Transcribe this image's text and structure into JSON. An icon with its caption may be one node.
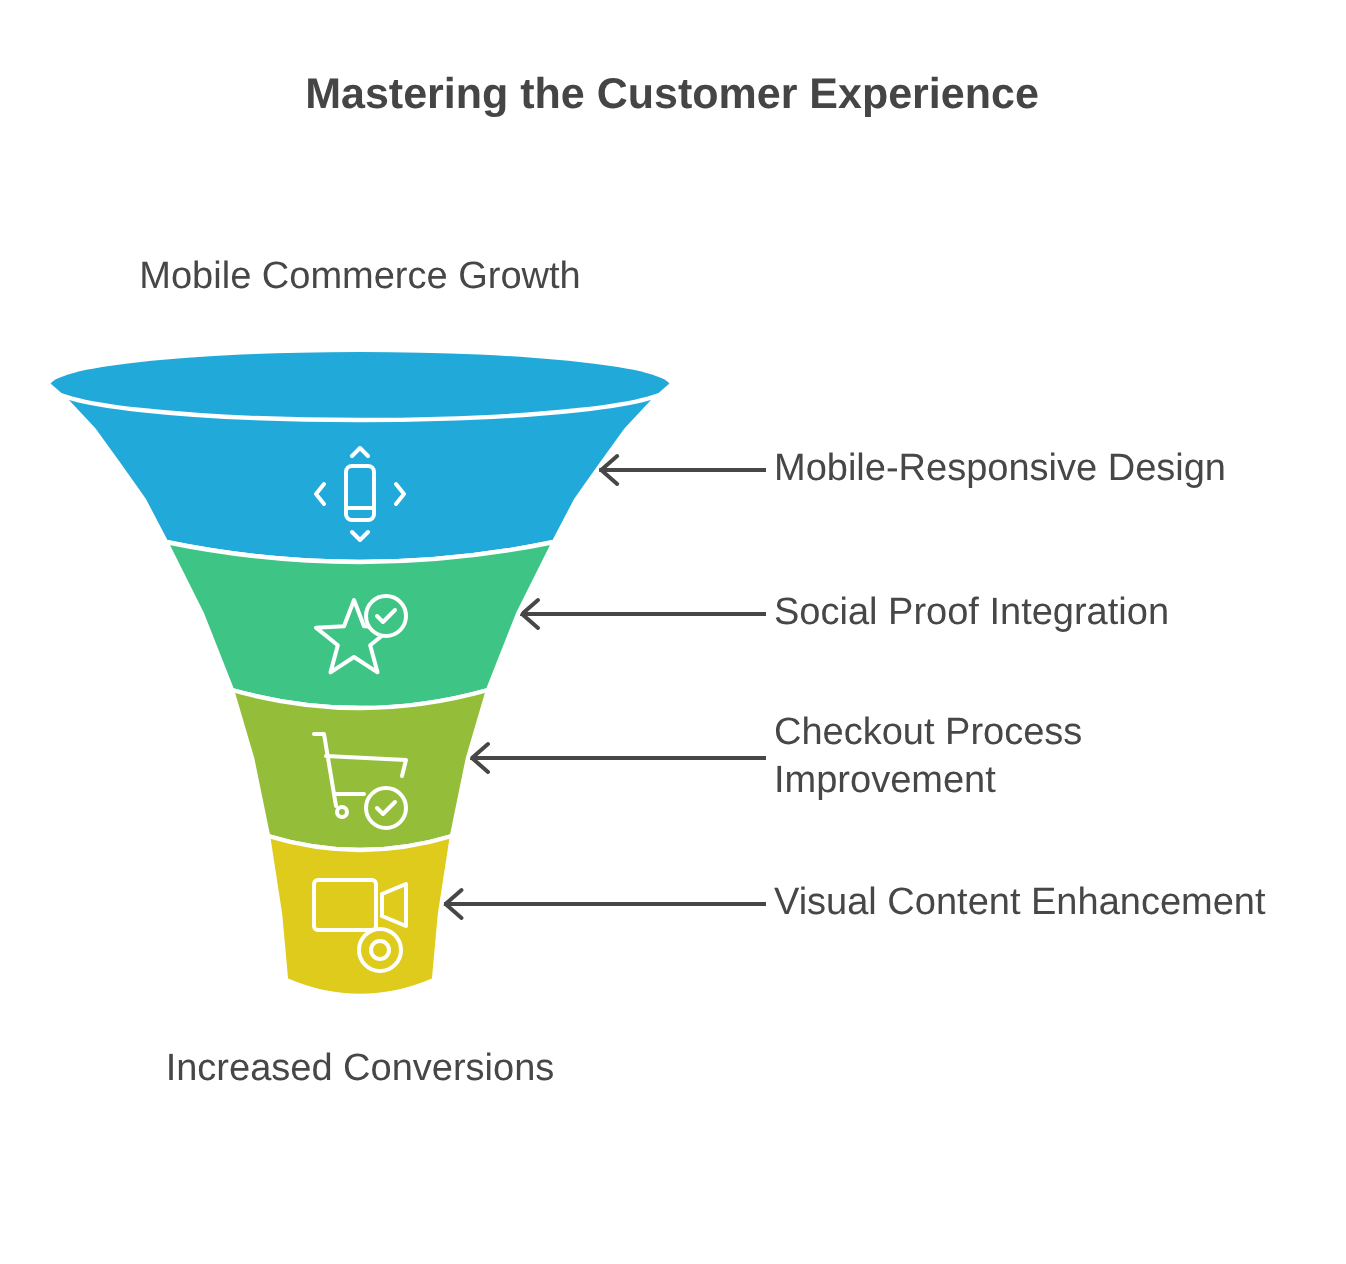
{
  "diagram": {
    "title": "Mastering the Customer Experience",
    "nodes": [
      {
        "text": [],
        "shape": "trapezoid"
      },
      {
        "text": [
          "Mobile-Responsive Design"
        ]
      },
      {
        "text": [],
        "shape": "trapezoid"
      },
      {
        "text": [
          "Social Proof Integration"
        ]
      },
      {
        "text": [],
        "shape": "trapezoid"
      },
      {
        "text": [
          "Checkout Process Improvement"
        ]
      },
      {
        "text": [],
        "shape": "trapezoid"
      },
      {
        "text": [
          "Visual Content Enhancement"
        ]
      }
    ],
    "edges": [
      {
        "from": 1,
        "to": 0,
        "arrow": "to"
      },
      {
        "from": 3,
        "to": 2,
        "arrow": "to"
      },
      {
        "from": 5,
        "to": 4,
        "arrow": "to"
      },
      {
        "from": 7,
        "to": 6,
        "arrow": "to"
      }
    ],
    "labels": [
      "Mobile Commerce Growth",
      "Increased Conversions"
    ]
  }
}
